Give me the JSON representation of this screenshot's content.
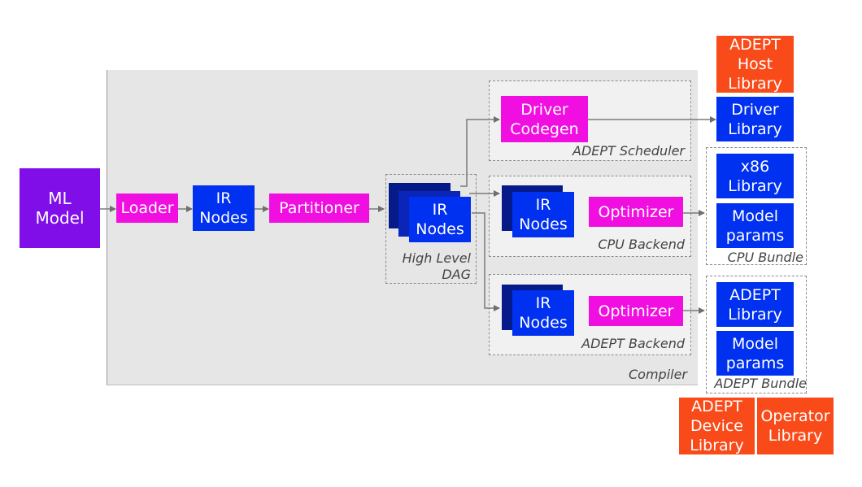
{
  "nodes": {
    "ml_model": "ML\nModel",
    "loader": "Loader",
    "ir_nodes_1": "IR\nNodes",
    "partitioner": "Partitioner",
    "ir_nodes_dag": "IR\nNodes",
    "driver_codegen": "Driver\nCodegen",
    "ir_nodes_cpu": "IR\nNodes",
    "optimizer_cpu": "Optimizer",
    "ir_nodes_adept": "IR\nNodes",
    "optimizer_adept": "Optimizer",
    "adept_host_library": "ADEPT\nHost\nLibrary",
    "driver_library": "Driver\nLibrary",
    "x86_library": "x86\nLibrary",
    "model_params_cpu": "Model\nparams",
    "adept_library": "ADEPT\nLibrary",
    "model_params_adept": "Model\nparams",
    "adept_device_library": "ADEPT\nDevice\nLibrary",
    "operator_library": "Operator\nLibrary"
  },
  "regions": {
    "compiler": "Compiler",
    "high_level_dag": "High Level\nDAG",
    "adept_scheduler": "ADEPT Scheduler",
    "cpu_backend": "CPU Backend",
    "adept_backend": "ADEPT Backend",
    "cpu_bundle": "CPU Bundle",
    "adept_bundle": "ADEPT Bundle"
  },
  "colors": {
    "purple": "#7f0ee8",
    "magenta": "#f10ee0",
    "blue": "#0030f0",
    "orange": "#f94b1a",
    "compiler_bg": "#e6e6e6"
  }
}
